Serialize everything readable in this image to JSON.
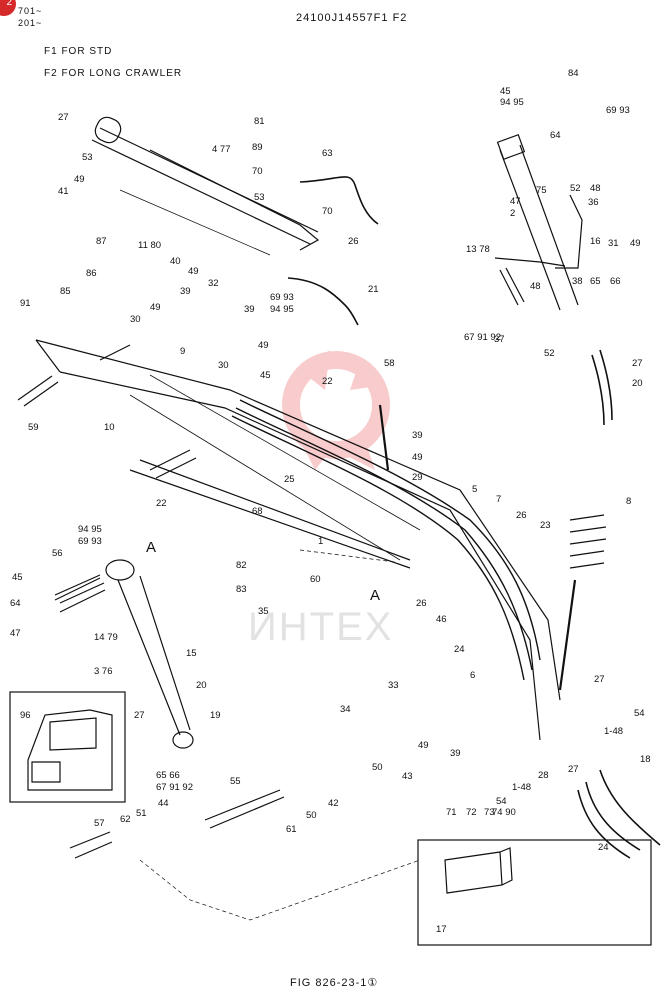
{
  "page_badge": "2",
  "header": {
    "serial_1": "701~",
    "serial_2": "201~",
    "part_number": "24100J14557F1 F2",
    "note_f1": "F1   FOR STD",
    "note_f2": "F2   FOR LONG CRAWLER"
  },
  "figure_label": "FIG 826-23-1①",
  "watermark": "ИНТЕХ",
  "view_marker": "A",
  "callouts": [
    "701~",
    "27",
    "81",
    "4 77",
    "89",
    "53",
    "63",
    "49",
    "70",
    "41",
    "53",
    "70",
    "11 80",
    "40",
    "87",
    "49",
    "32",
    "26",
    "86",
    "69 93",
    "94 95",
    "85",
    "21",
    "49",
    "39",
    "39",
    "91",
    "30",
    "9",
    "49",
    "45",
    "30",
    "10",
    "59",
    "22",
    "25",
    "22",
    "58",
    "39",
    "49",
    "29",
    "5",
    "7",
    "68",
    "26",
    "23",
    "1",
    "82",
    "83",
    "60",
    "26",
    "46",
    "35",
    "94 95",
    "69 93",
    "56",
    "A",
    "45",
    "64",
    "47",
    "14 79",
    "3 76",
    "15",
    "20",
    "96",
    "27",
    "19",
    "65 66",
    "67 91 92",
    "44",
    "57",
    "62",
    "51",
    "55",
    "61",
    "50",
    "42",
    "34",
    "33",
    "49",
    "39",
    "50",
    "43",
    "71",
    "72",
    "73",
    "54",
    "74 90",
    "1-48",
    "28",
    "27",
    "54",
    "1-48",
    "24",
    "6",
    "8",
    "27",
    "24",
    "18",
    "17",
    "84",
    "45",
    "94 95",
    "69 93",
    "64",
    "47",
    "2",
    "75",
    "52",
    "48",
    "36",
    "13 78",
    "16",
    "31",
    "49",
    "38",
    "65",
    "66",
    "67 91 92",
    "37",
    "48",
    "52",
    "27",
    "20",
    "19"
  ]
}
